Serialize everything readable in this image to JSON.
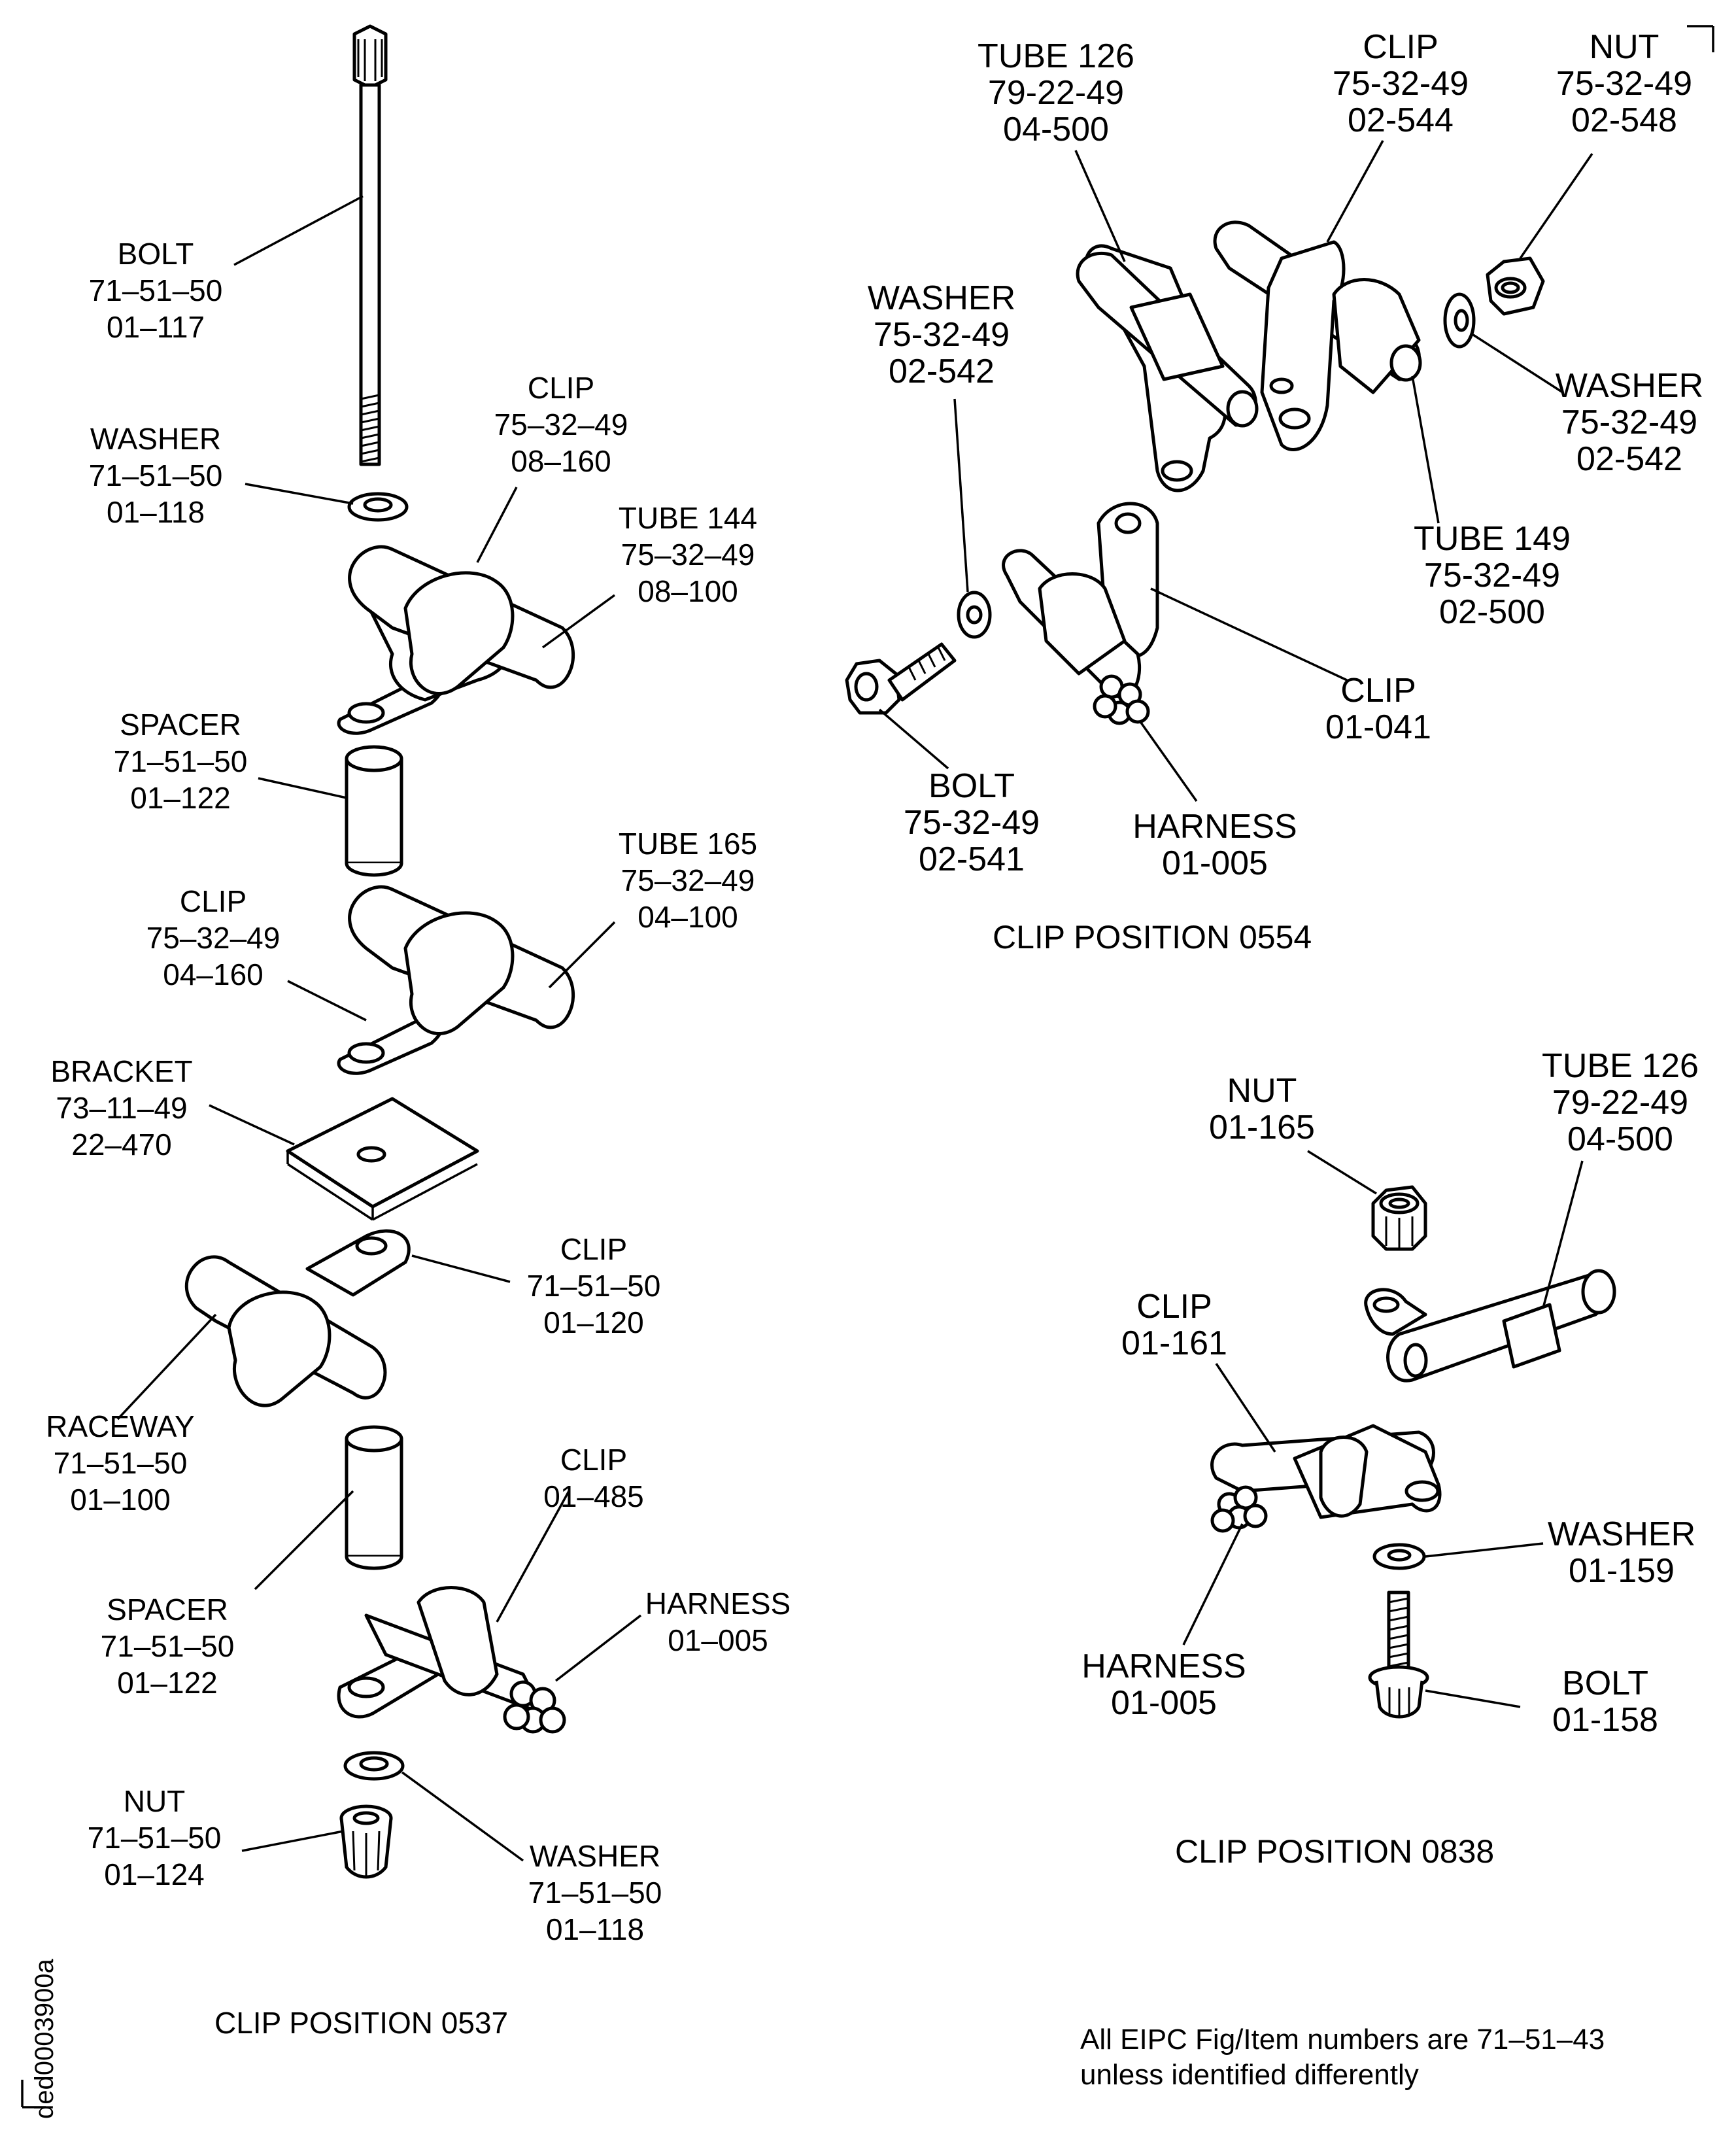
{
  "clip_0537": {
    "caption": "CLIP POSITION 0537",
    "bolt": [
      "BOLT",
      "71–51–50",
      "01–117"
    ],
    "washer_top": [
      "WASHER",
      "71–51–50",
      "01–118"
    ],
    "clip_08160": [
      "CLIP",
      "75–32–49",
      "08–160"
    ],
    "tube_144": [
      "TUBE 144",
      "75–32–49",
      "08–100"
    ],
    "spacer_top": [
      "SPACER",
      "71–51–50",
      "01–122"
    ],
    "tube_165": [
      "TUBE 165",
      "75–32–49",
      "04–100"
    ],
    "clip_04160": [
      "CLIP",
      "75–32–49",
      "04–160"
    ],
    "bracket": [
      "BRACKET",
      "73–11–49",
      "22–470"
    ],
    "clip_01120": [
      "CLIP",
      "71–51–50",
      "01–120"
    ],
    "raceway": [
      "RACEWAY",
      "71–51–50",
      "01–100"
    ],
    "clip_01485": [
      "CLIP",
      "01–485"
    ],
    "spacer_bottom": [
      "SPACER",
      "71–51–50",
      "01–122"
    ],
    "harness": [
      "HARNESS",
      "01–005"
    ],
    "nut": [
      "NUT",
      "71–51–50",
      "01–124"
    ],
    "washer_bottom": [
      "WASHER",
      "71–51–50",
      "01–118"
    ]
  },
  "clip_0554": {
    "caption": "CLIP POSITION 0554",
    "tube_126": [
      "TUBE 126",
      "79-22-49",
      "04-500"
    ],
    "clip_02544": [
      "CLIP",
      "75-32-49",
      "02-544"
    ],
    "nut_02548": [
      "NUT",
      "75-32-49",
      "02-548"
    ],
    "washer_left": [
      "WASHER",
      "75-32-49",
      "02-542"
    ],
    "washer_right": [
      "WASHER",
      "75-32-49",
      "02-542"
    ],
    "tube_149": [
      "TUBE 149",
      "75-32-49",
      "02-500"
    ],
    "clip_01041": [
      "CLIP",
      "01-041"
    ],
    "bolt": [
      "BOLT",
      "75-32-49",
      "02-541"
    ],
    "harness": [
      "HARNESS",
      "01-005"
    ]
  },
  "clip_0838": {
    "caption": "CLIP POSITION 0838",
    "nut": [
      "NUT",
      "01-165"
    ],
    "tube_126": [
      "TUBE 126",
      "79-22-49",
      "04-500"
    ],
    "clip_01161": [
      "CLIP",
      "01-161"
    ],
    "washer": [
      "WASHER",
      "01-159"
    ],
    "harness": [
      "HARNESS",
      "01-005"
    ],
    "bolt": [
      "BOLT",
      "01-158"
    ]
  },
  "note": [
    "All EIPC Fig/Item numbers are 71–51–43",
    "unless identified differently"
  ],
  "drawing_id": "ded0003900a"
}
